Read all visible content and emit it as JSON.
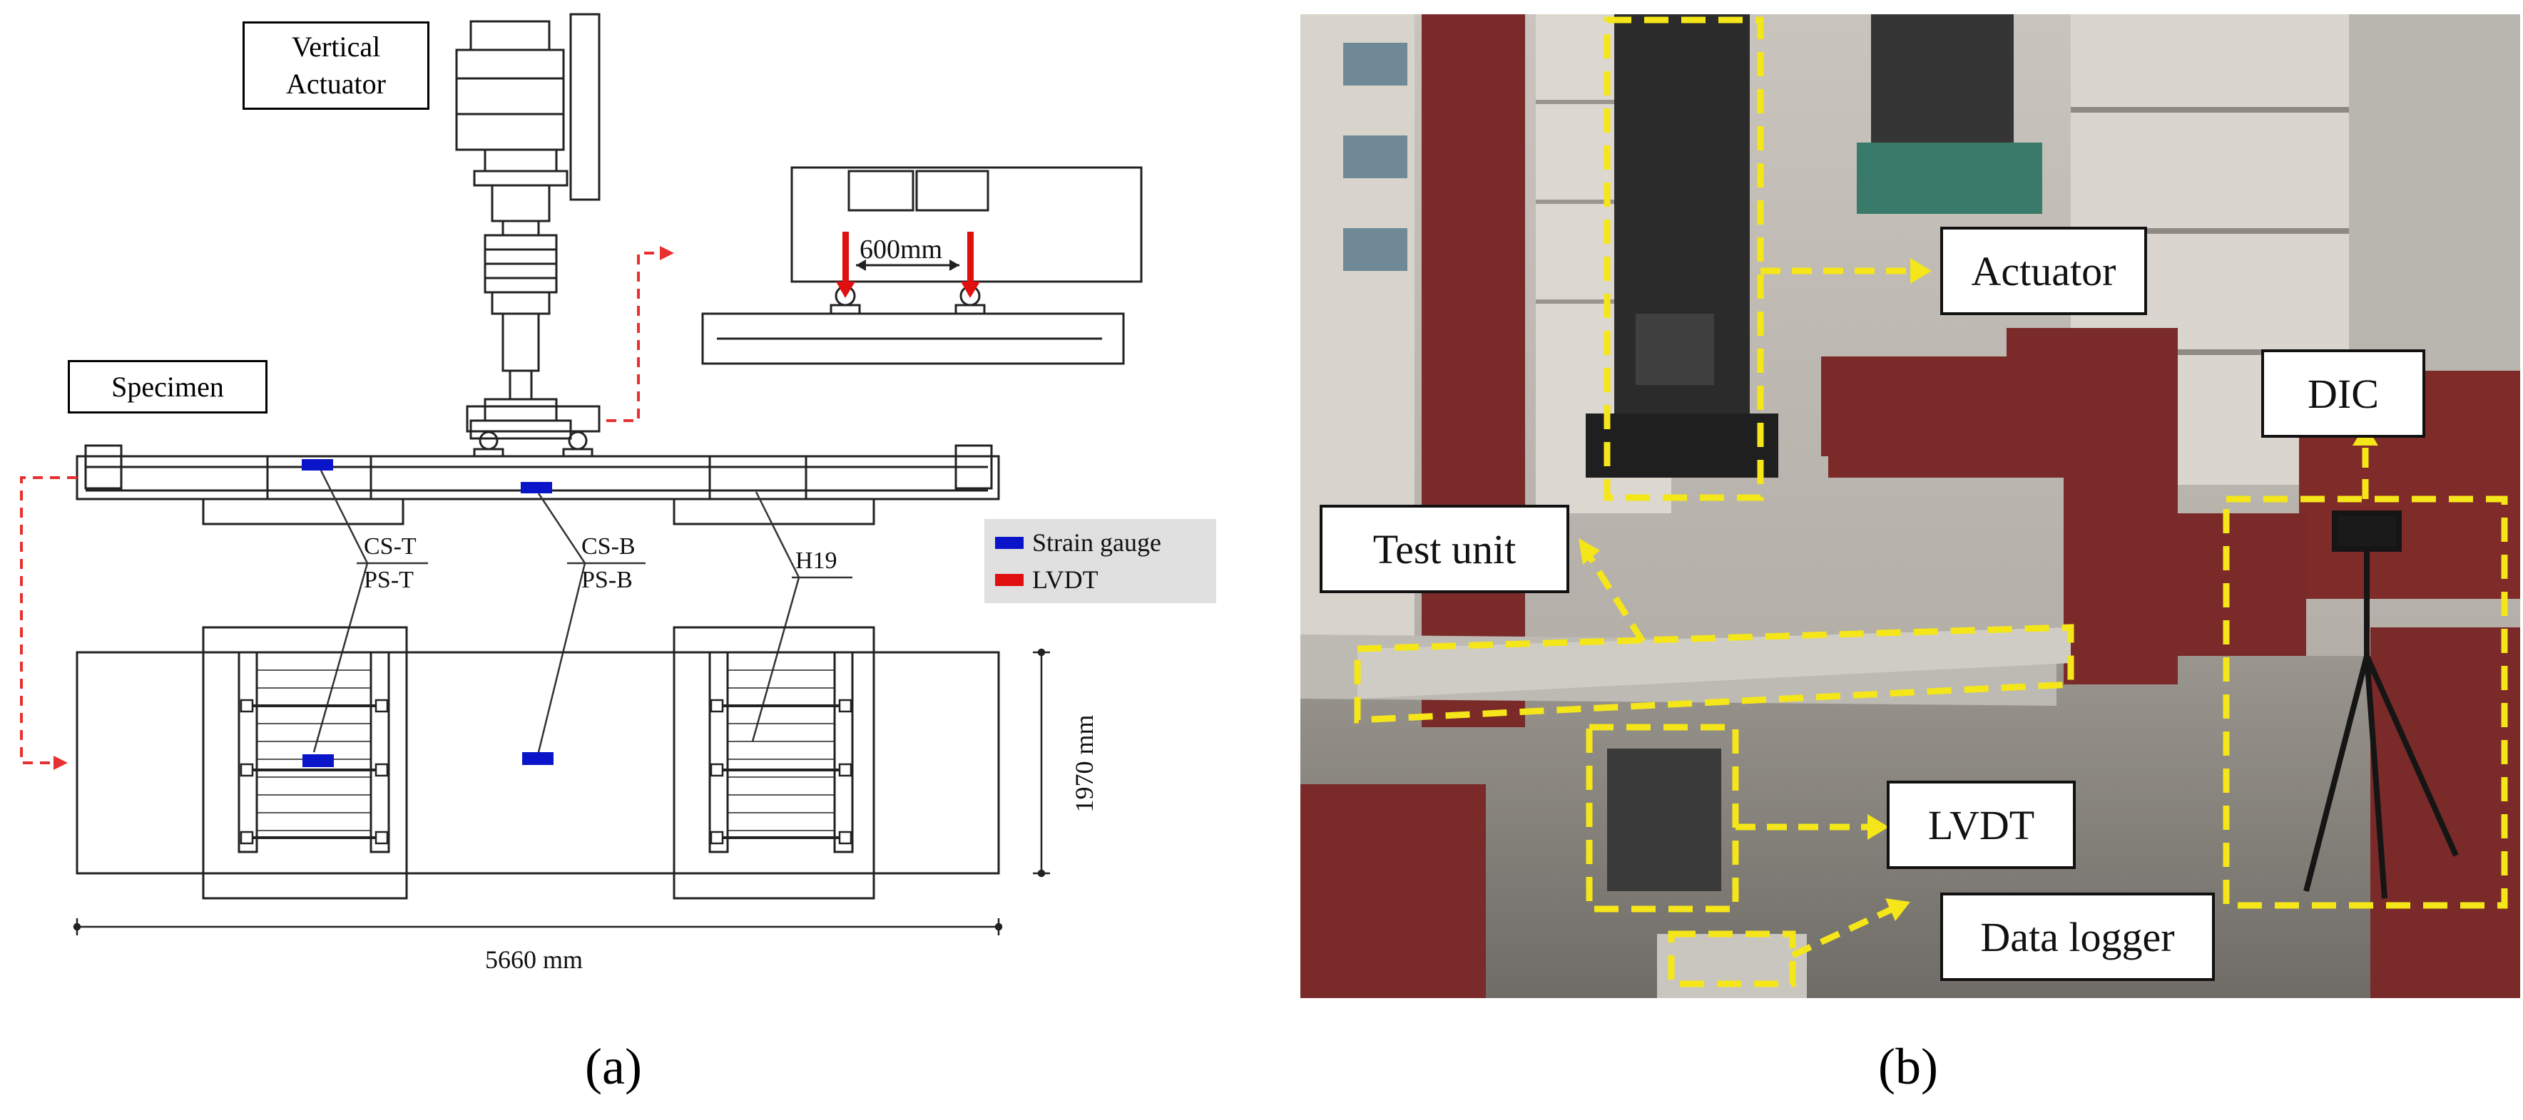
{
  "panel_a": {
    "labels": {
      "vertical_actuator_line1": "Vertical",
      "vertical_actuator_line2": "Actuator",
      "specimen": "Specimen",
      "spacing": "600mm",
      "cs_t": "CS-T",
      "ps_t": "PS-T",
      "cs_b": "CS-B",
      "ps_b": "PS-B",
      "h19": "H19",
      "width_dim": "1970 mm",
      "length_dim": "5660 mm"
    },
    "legend": [
      {
        "label": "Strain gauge",
        "color": "#0a14c8"
      },
      {
        "label": "LVDT",
        "color": "#e01010"
      }
    ],
    "caption": "(a)"
  },
  "panel_b": {
    "labels": {
      "actuator": "Actuator",
      "dic": "DIC",
      "test_unit": "Test unit",
      "lvdt": "LVDT",
      "data_logger": "Data logger"
    },
    "caption": "(b)"
  },
  "colors": {
    "highlight": "#f5e619",
    "strain_gauge": "#0a14c8",
    "lvdt": "#e01010",
    "leader": "#e83030",
    "steel_frame": "#7a2a28"
  }
}
